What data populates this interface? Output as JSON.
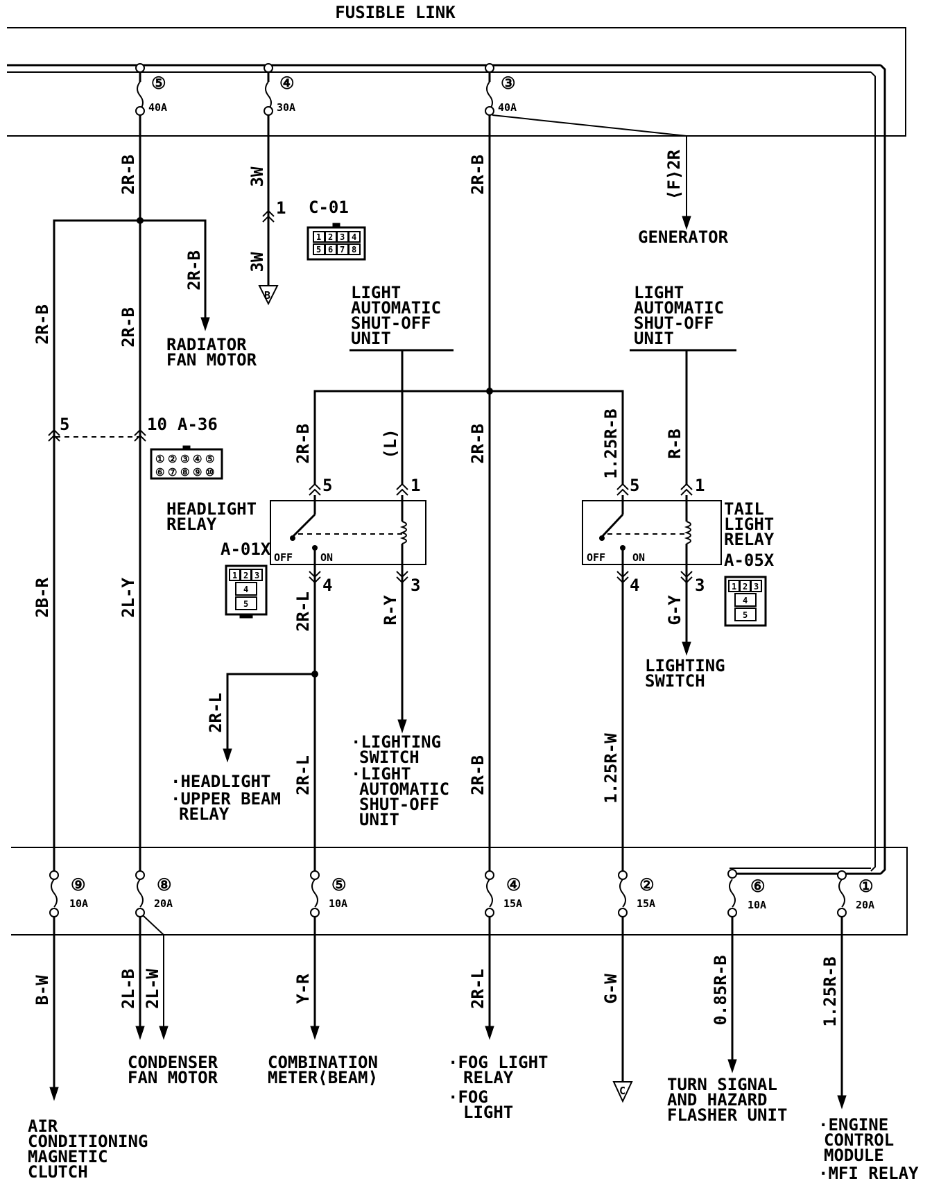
{
  "title": "FUSIBLE LINK",
  "fusible_links": [
    {
      "num": "⑤",
      "amp": "40A"
    },
    {
      "num": "④",
      "amp": "30A"
    },
    {
      "num": "③",
      "amp": "40A"
    }
  ],
  "fuses": [
    {
      "num": "⑨",
      "amp": "10A"
    },
    {
      "num": "⑧",
      "amp": "20A"
    },
    {
      "num": "⑤",
      "amp": "10A"
    },
    {
      "num": "④",
      "amp": "15A"
    },
    {
      "num": "②",
      "amp": "15A"
    },
    {
      "num": "⑥",
      "amp": "10A"
    },
    {
      "num": "①",
      "amp": "20A"
    }
  ],
  "wires": {
    "w_2rb_1": "2R-B",
    "w_3w_1": "3W",
    "w_2rb_2": "2R-B",
    "w_f2r": "⟨F⟩2R",
    "w_3w_2": "3W",
    "w_2rb_3": "2R-B",
    "w_2rb_4": "2R-B",
    "w_2rb_5": "2R-B",
    "w_2rb_6": "2R-B",
    "w_l": "(L)",
    "w_2rb_7": "2R-B",
    "w_125rb": "1.25R-B",
    "w_rb": "R-B",
    "w_2br": "2B-R",
    "w_2ly": "2L-Y",
    "w_2rl_1": "2R-L",
    "w_ry": "R-Y",
    "w_gy": "G-Y",
    "w_2rl_2": "2R-L",
    "w_2rl_3": "2R-L",
    "w_2rb_8": "2R-B",
    "w_125rw": "1.25R-W",
    "w_bw": "B-W",
    "w_2lb": "2L-B",
    "w_2lw": "2L-W",
    "w_yr": "Y-R",
    "w_2rl_4": "2R-L",
    "w_gw": "G-W",
    "w_085rb": "0.85R-B",
    "w_125rb_2": "1.25R-B"
  },
  "pins": {
    "c01_1": "1",
    "a36_5": "5",
    "a36_10": "10",
    "hr_5": "5",
    "hr_1": "1",
    "hr_4": "4",
    "hr_3": "3",
    "tr_5": "5",
    "tr_1": "1",
    "tr_4": "4",
    "tr_3": "3"
  },
  "connectors": {
    "c01": "C-01",
    "a36": "A-36",
    "a01x": "A-01X",
    "a05x": "A-05X",
    "c01_pins": [
      "1",
      "2",
      "3",
      "4",
      "5",
      "6",
      "7",
      "8"
    ],
    "a36_pins": [
      "①",
      "②",
      "③",
      "④",
      "⑤",
      "⑥",
      "⑦",
      "⑧",
      "⑨",
      "⑩"
    ],
    "a01x_pins": [
      "1",
      "2",
      "3",
      "4",
      "5"
    ],
    "a05x_pins": [
      "1",
      "2",
      "3",
      "4",
      "5"
    ]
  },
  "grounds": {
    "b": "B",
    "c": "C"
  },
  "relays": {
    "headlight": {
      "line1": "HEADLIGHT",
      "line2": "RELAY",
      "off": "OFF",
      "on": "ON"
    },
    "tail": {
      "line1": "TAIL",
      "line2": "LIGHT",
      "line3": "RELAY",
      "off": "OFF",
      "on": "ON"
    }
  },
  "labels": {
    "generator": "GENERATOR",
    "radiator_1": "RADIATOR",
    "radiator_2": "FAN MOTOR",
    "lasu1_1": "LIGHT",
    "lasu1_2": "AUTOMATIC",
    "lasu1_3": "SHUT-OFF",
    "lasu1_4": "UNIT",
    "lasu2_1": "LIGHT",
    "lasu2_2": "AUTOMATIC",
    "lasu2_3": "SHUT-OFF",
    "lasu2_4": "UNIT",
    "lighting_switch_1": "LIGHTING",
    "lighting_switch_2": "SWITCH",
    "hl_1": "·HEADLIGHT",
    "hl_2": "·UPPER BEAM",
    "hl_3": "RELAY",
    "ls_1": "·LIGHTING",
    "ls_2": "SWITCH",
    "ls_3": "·LIGHT",
    "ls_4": "AUTOMATIC",
    "ls_5": "SHUT-OFF",
    "ls_6": "UNIT",
    "ac_1": "AIR",
    "ac_2": "CONDITIONING",
    "ac_3": "MAGNETIC",
    "ac_4": "CLUTCH",
    "cond_1": "CONDENSER",
    "cond_2": "FAN MOTOR",
    "meter_1": "COMBINATION",
    "meter_2": "METER⟨BEAM⟩",
    "fog_1": "·FOG LIGHT",
    "fog_2": "RELAY",
    "fog_3": "·FOG",
    "fog_4": "LIGHT",
    "turn_1": "TURN SIGNAL",
    "turn_2": "AND HAZARD",
    "turn_3": "FLASHER UNIT",
    "ecm_1": "·ENGINE",
    "ecm_2": "CONTROL",
    "ecm_3": "MODULE",
    "ecm_4": "·MFI RELAY"
  }
}
